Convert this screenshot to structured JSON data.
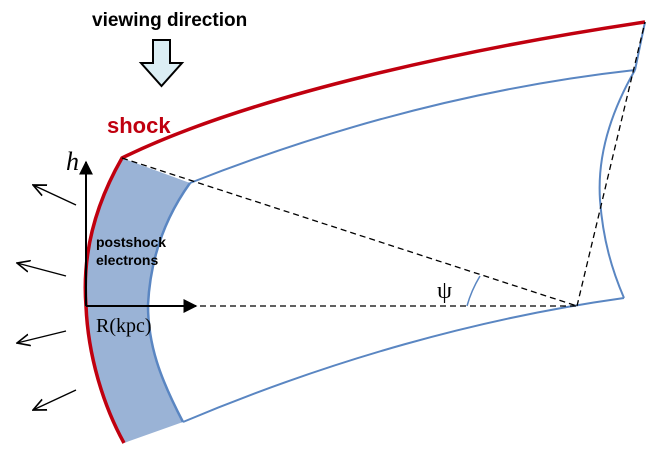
{
  "labels": {
    "viewing_direction": "viewing direction",
    "shock": "shock",
    "h_axis": "h",
    "postshock_line1": "postshock",
    "postshock_line2": "electrons",
    "r_axis": "R(kpc)",
    "angle": "ψ"
  },
  "colors": {
    "shock": "#c0000f",
    "shell_fill": "#9ab3d6",
    "shell_edge": "#5a86c2",
    "arrow_fill": "#dbeef4",
    "text_shock": "#c0000f",
    "text": "#000000"
  },
  "icons": {
    "viewing_arrow": "down-arrow-icon"
  }
}
